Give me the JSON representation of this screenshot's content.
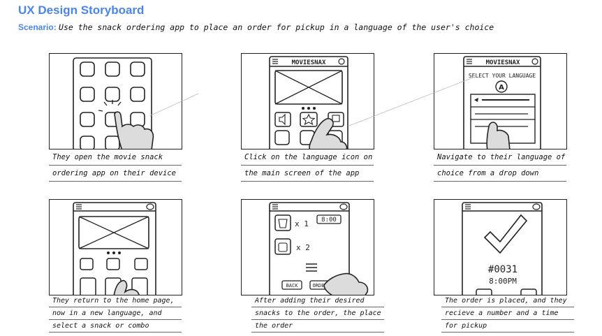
{
  "header": {
    "title": "UX Design Storyboard",
    "scenario_label": "Scenario:",
    "scenario_text": "Use the snack ordering app to place an order for pickup in a language of the user's choice"
  },
  "panels": [
    {
      "caption_lines": [
        "They open the movie snack",
        "ordering app on their device"
      ]
    },
    {
      "sketch": {
        "app_title": "MOVIESNAX"
      },
      "caption_lines": [
        "Click on the language icon on",
        "the main screen of the app"
      ]
    },
    {
      "sketch": {
        "app_title": "MOVIESNAX",
        "prompt": "SELECT YOUR LANGUAGE",
        "icon_letter": "A"
      },
      "caption_lines": [
        "Navigate to their language of",
        "choice from a drop down"
      ]
    },
    {
      "caption_lines": [
        "They return to the home page,",
        "now in a new language, and",
        "select a snack or combo"
      ]
    },
    {
      "sketch": {
        "qty_1": "x 1",
        "qty_2": "x 2",
        "time": "8:00",
        "back": "BACK",
        "order": "ORDER"
      },
      "caption_lines": [
        "After adding their desired",
        "snacks to the order, the place",
        "the order"
      ]
    },
    {
      "sketch": {
        "order_number": "#0031",
        "pickup_time": "8:00PM"
      },
      "caption_lines": [
        "The order is placed, and they",
        "recieve a number and a time",
        "for pickup"
      ]
    }
  ],
  "colors": {
    "accent": "#4a86e8",
    "ink": "#222222"
  }
}
